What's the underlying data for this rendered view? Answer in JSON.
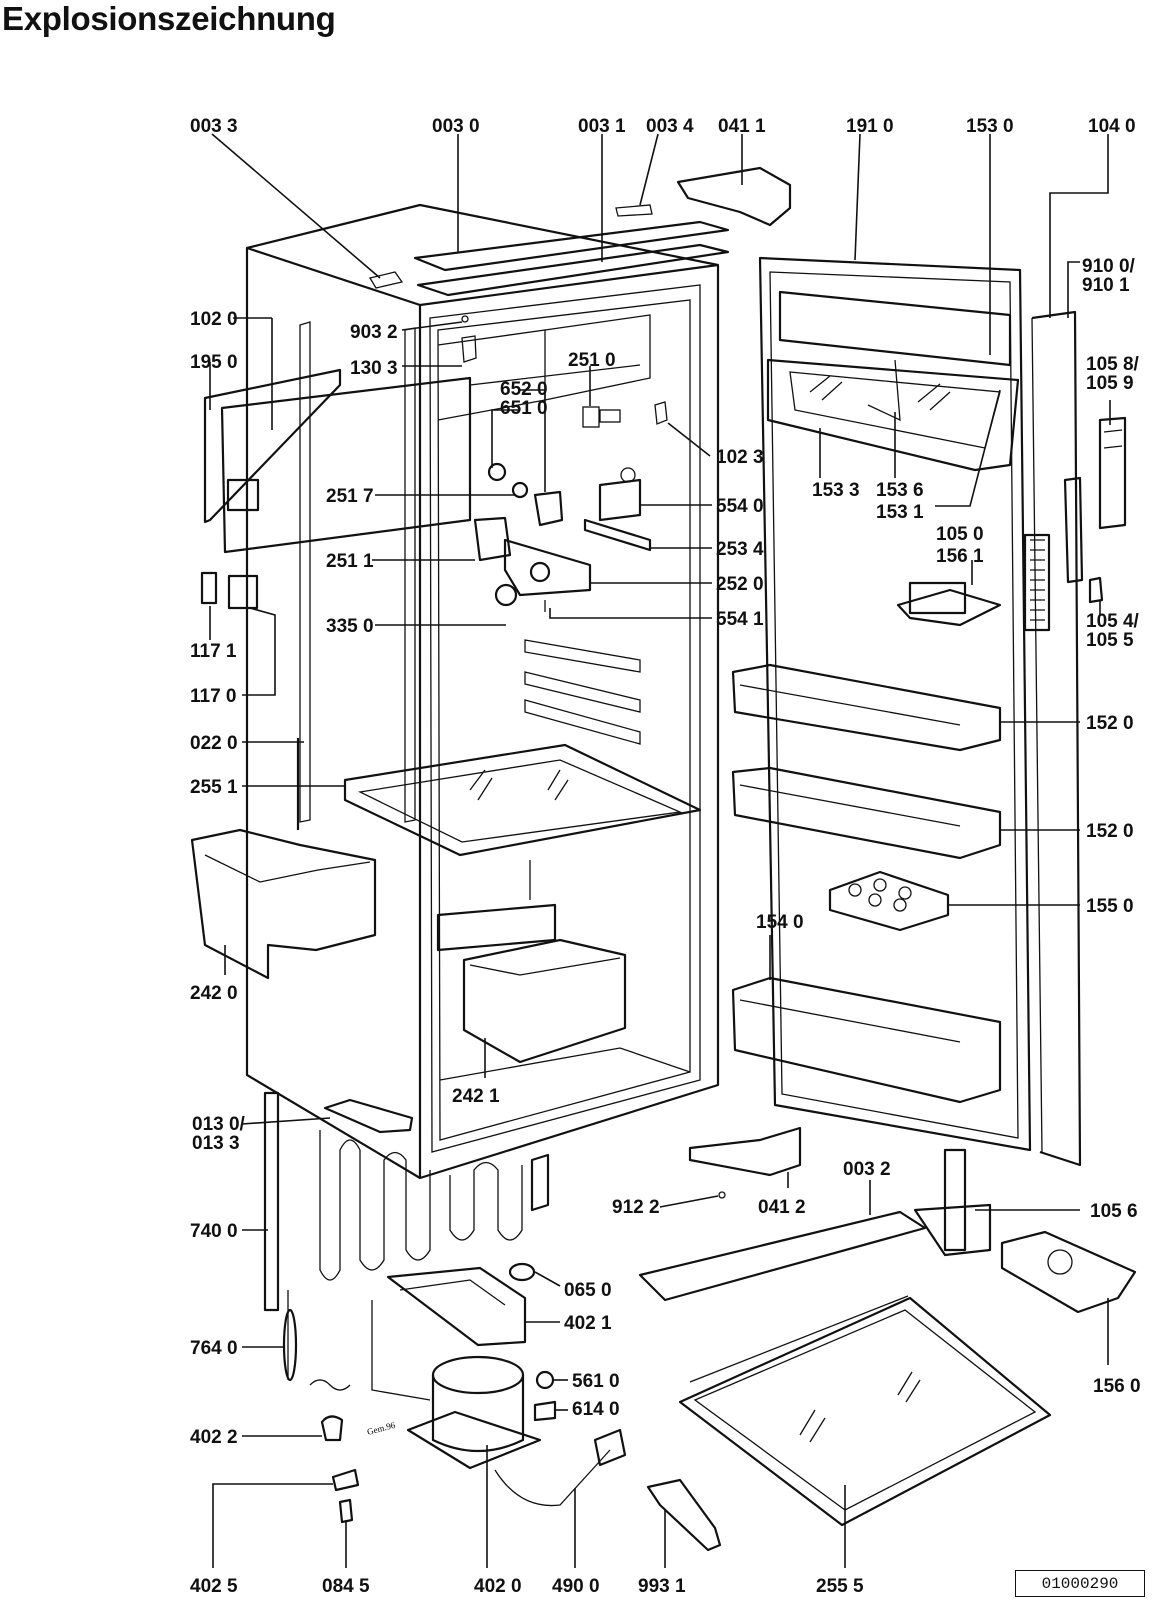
{
  "title": "Explosionszeichnung",
  "doc_number": "01000290",
  "signature": "Gem.96",
  "labels": [
    {
      "id": "003-3",
      "text": "003 3"
    },
    {
      "id": "003-0",
      "text": "003 0"
    },
    {
      "id": "003-1",
      "text": "003 1"
    },
    {
      "id": "003-4",
      "text": "003 4"
    },
    {
      "id": "041-1",
      "text": "041 1"
    },
    {
      "id": "191-0",
      "text": "191 0"
    },
    {
      "id": "153-0",
      "text": "153 0"
    },
    {
      "id": "104-0",
      "text": "104 0"
    },
    {
      "id": "102-0",
      "text": "102 0"
    },
    {
      "id": "903-2",
      "text": "903 2"
    },
    {
      "id": "910-0",
      "text": "910 0/"
    },
    {
      "id": "910-1",
      "text": "910 1"
    },
    {
      "id": "195-0",
      "text": "195 0"
    },
    {
      "id": "130-3",
      "text": "130 3"
    },
    {
      "id": "251-0",
      "text": "251 0"
    },
    {
      "id": "652-0",
      "text": "652 0"
    },
    {
      "id": "651-0",
      "text": "651 0"
    },
    {
      "id": "105-8",
      "text": "105 8/"
    },
    {
      "id": "105-9",
      "text": "105 9"
    },
    {
      "id": "102-3",
      "text": "102 3"
    },
    {
      "id": "251-7",
      "text": "251 7"
    },
    {
      "id": "554-0",
      "text": "554 0"
    },
    {
      "id": "153-3",
      "text": "153 3"
    },
    {
      "id": "153-6",
      "text": "153 6"
    },
    {
      "id": "153-1",
      "text": "153 1"
    },
    {
      "id": "105-0",
      "text": "105 0"
    },
    {
      "id": "156-1",
      "text": "156 1"
    },
    {
      "id": "251-1",
      "text": "251 1"
    },
    {
      "id": "253-4",
      "text": "253 4"
    },
    {
      "id": "252-0",
      "text": "252 0"
    },
    {
      "id": "335-0",
      "text": "335 0"
    },
    {
      "id": "554-1",
      "text": "554 1"
    },
    {
      "id": "105-4",
      "text": "105 4/"
    },
    {
      "id": "105-5",
      "text": "105 5"
    },
    {
      "id": "117-1",
      "text": "117 1"
    },
    {
      "id": "117-0",
      "text": "117 0"
    },
    {
      "id": "152-0a",
      "text": "152 0"
    },
    {
      "id": "022-0",
      "text": "022 0"
    },
    {
      "id": "255-1",
      "text": "255 1"
    },
    {
      "id": "152-0b",
      "text": "152 0"
    },
    {
      "id": "155-0",
      "text": "155 0"
    },
    {
      "id": "154-0",
      "text": "154 0"
    },
    {
      "id": "242-0",
      "text": "242 0"
    },
    {
      "id": "242-1",
      "text": "242 1"
    },
    {
      "id": "013-0",
      "text": "013 0/"
    },
    {
      "id": "013-3",
      "text": "013 3"
    },
    {
      "id": "912-2",
      "text": "912 2"
    },
    {
      "id": "041-2",
      "text": "041 2"
    },
    {
      "id": "003-2",
      "text": "003 2"
    },
    {
      "id": "105-6",
      "text": "105 6"
    },
    {
      "id": "740-0",
      "text": "740 0"
    },
    {
      "id": "065-0",
      "text": "065 0"
    },
    {
      "id": "402-1",
      "text": "402 1"
    },
    {
      "id": "764-0",
      "text": "764 0"
    },
    {
      "id": "561-0",
      "text": "561 0"
    },
    {
      "id": "614-0",
      "text": "614 0"
    },
    {
      "id": "156-0",
      "text": "156 0"
    },
    {
      "id": "402-2",
      "text": "402 2"
    },
    {
      "id": "402-5",
      "text": "402 5"
    },
    {
      "id": "084-5",
      "text": "084 5"
    },
    {
      "id": "402-0",
      "text": "402 0"
    },
    {
      "id": "490-0",
      "text": "490 0"
    },
    {
      "id": "993-1",
      "text": "993 1"
    },
    {
      "id": "255-5",
      "text": "255 5"
    }
  ]
}
